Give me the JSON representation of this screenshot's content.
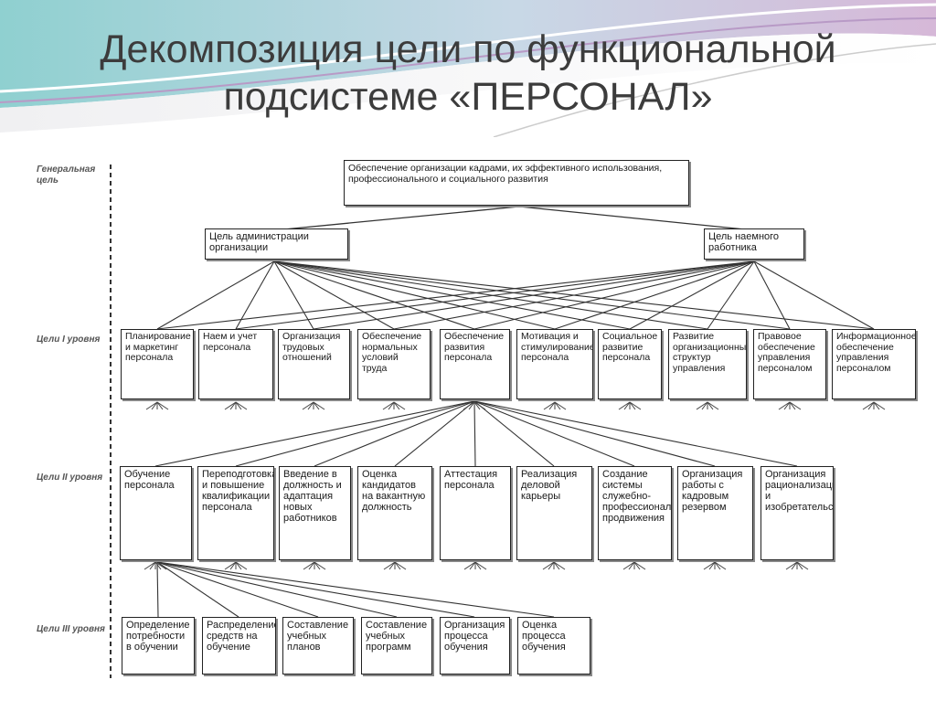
{
  "slide": {
    "title_line1": "Декомпозиция цели по функциональной",
    "title_line2": "подсистеме «ПЕРСОНАЛ»"
  },
  "levels": {
    "general": "Генеральная цель",
    "level1": "Цели I уровня",
    "level2": "Цели II уровня",
    "level3": "Цели III уровня"
  },
  "general_goal": "Обеспечение организации кадрами, их эффективного использования, профессионального и социального развития",
  "sub_goals": {
    "administration": "Цель администрации организации",
    "employee": "Цель наемного работника"
  },
  "level1_goals": [
    "Планирование и маркетинг персонала",
    "Наем и учет персонала",
    "Организация трудовых отношений",
    "Обеспечение нормальных условий труда",
    "Обеспечение развития персонала",
    "Мотивация и стимулирование персонала",
    "Социальное развитие персонала",
    "Развитие организационных структур управления",
    "Правовое обеспечение управления персоналом",
    "Информационное обеспечение управления персоналом"
  ],
  "level2_goals": [
    "Обучение персонала",
    "Переподготовка и повышение квалификации персонала",
    "Введение в должность и адаптация новых работников",
    "Оценка кандидатов на вакантную должность",
    "Аттестация персонала",
    "Реализация деловой карьеры",
    "Создание системы служебно-профессионального продвижения",
    "Организация работы с кадровым резервом",
    "Организация рационализации и изобретательства"
  ],
  "level3_goals": [
    "Определение потребности в обучении",
    "Распределение средств на обучение",
    "Составление учебных планов",
    "Составление учебных программ",
    "Организация процесса обучения",
    "Оценка процесса обучения"
  ]
}
